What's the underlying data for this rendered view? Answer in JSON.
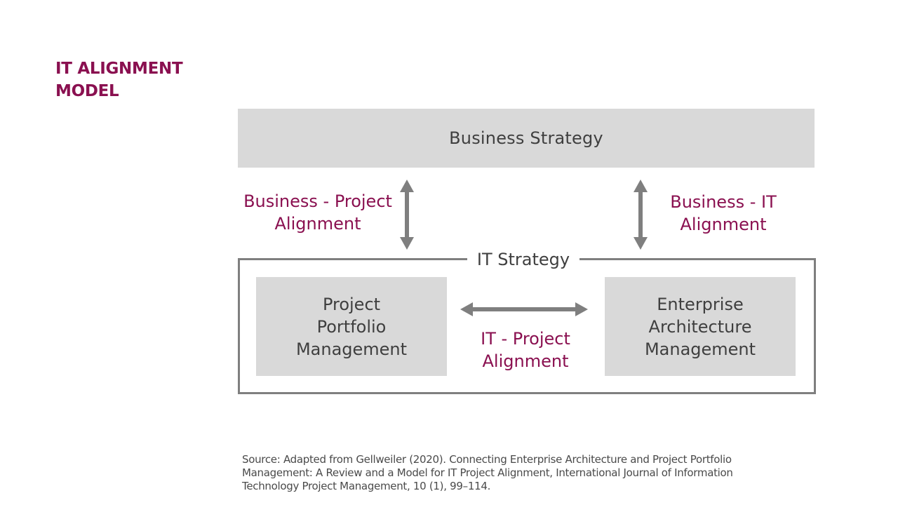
{
  "slide": {
    "title_lines": [
      "IT ALIGNMENT",
      "MODEL"
    ],
    "colors": {
      "accent": "#8a1050",
      "box_fill": "#d9d9d9",
      "frame_border": "#7f7f7f",
      "arrow": "#7f7f7f",
      "text": "#3f3f3f"
    }
  },
  "diagram": {
    "business_strategy": "Business Strategy",
    "it_strategy": "IT Strategy",
    "ppm_lines": [
      "Project",
      "Portfolio",
      "Management"
    ],
    "eam_lines": [
      "Enterprise",
      "Architecture",
      "Management"
    ],
    "business_project_alignment": [
      "Business - Project",
      "Alignment"
    ],
    "business_it_alignment": [
      "Business - IT",
      "Alignment"
    ],
    "it_project_alignment": [
      "IT - Project",
      "Alignment"
    ],
    "arrows": [
      {
        "name": "business-project-arrow",
        "direction": "vertical-bidirectional"
      },
      {
        "name": "business-it-arrow",
        "direction": "vertical-bidirectional"
      },
      {
        "name": "it-project-arrow",
        "direction": "horizontal-bidirectional"
      }
    ]
  },
  "source": {
    "lines": [
      "Source:  Adapted from Gellweiler  (2020). Connecting Enterprise Architecture and Project Portfolio",
      "Management: A Review and a Model for IT Project Alignment, International Journal of Information",
      "Technology Project Management, 10 (1), 99–114."
    ]
  }
}
